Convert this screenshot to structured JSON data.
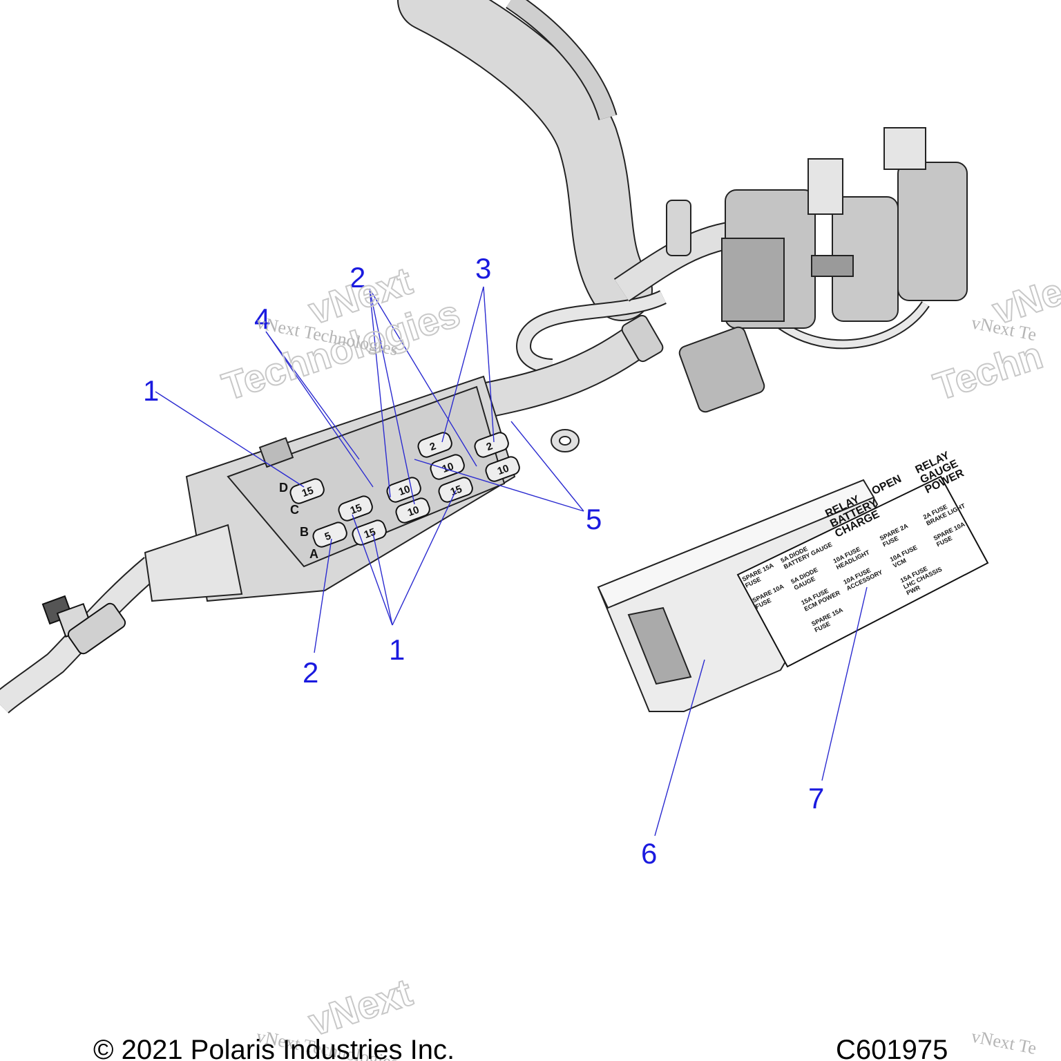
{
  "callouts": [
    {
      "id": "1a",
      "text": "1"
    },
    {
      "id": "1b",
      "text": "1"
    },
    {
      "id": "2a",
      "text": "2"
    },
    {
      "id": "2b",
      "text": "2"
    },
    {
      "id": "3",
      "text": "3"
    },
    {
      "id": "4",
      "text": "4"
    },
    {
      "id": "5",
      "text": "5"
    },
    {
      "id": "6",
      "text": "6"
    },
    {
      "id": "7",
      "text": "7"
    }
  ],
  "fuse_box": {
    "row_letters": [
      "D",
      "C",
      "B",
      "A"
    ],
    "fuse_values": [
      "2",
      "2",
      "10",
      "10",
      "10",
      "10",
      "15",
      "15",
      "15",
      "15",
      "5"
    ]
  },
  "cover_label": {
    "columns": [
      [
        "SPARE 15A FUSE",
        "SPARE 10A FUSE"
      ],
      [
        "5A DIODE BATTERY GAUGE",
        "5A DIODE GAUGE",
        "15A FUSE ECM POWER",
        "SPARE 15A FUSE"
      ],
      [
        "RELAY BATTERY CHARGE",
        "10A FUSE HEADLIGHT",
        "10A FUSE ACCESSORY"
      ],
      [
        "OPEN",
        "SPARE 2A FUSE",
        "10A FUSE VCM",
        "15A FUSE LHC CHASSIS PWR"
      ],
      [
        "RELAY GAUGE POWER",
        "2A FUSE BRAKE LIGHT",
        "SPARE 10A FUSE"
      ]
    ]
  },
  "watermark": {
    "line1": "vNext Technologies",
    "big1": "vNext",
    "big2": "Technologies",
    "partial": "vNext Te",
    "partial_big": "Techn",
    "partial_big2": "vNe"
  },
  "footer": {
    "copyright": "© 2021 Polaris Industries Inc.",
    "code": "C601975"
  }
}
